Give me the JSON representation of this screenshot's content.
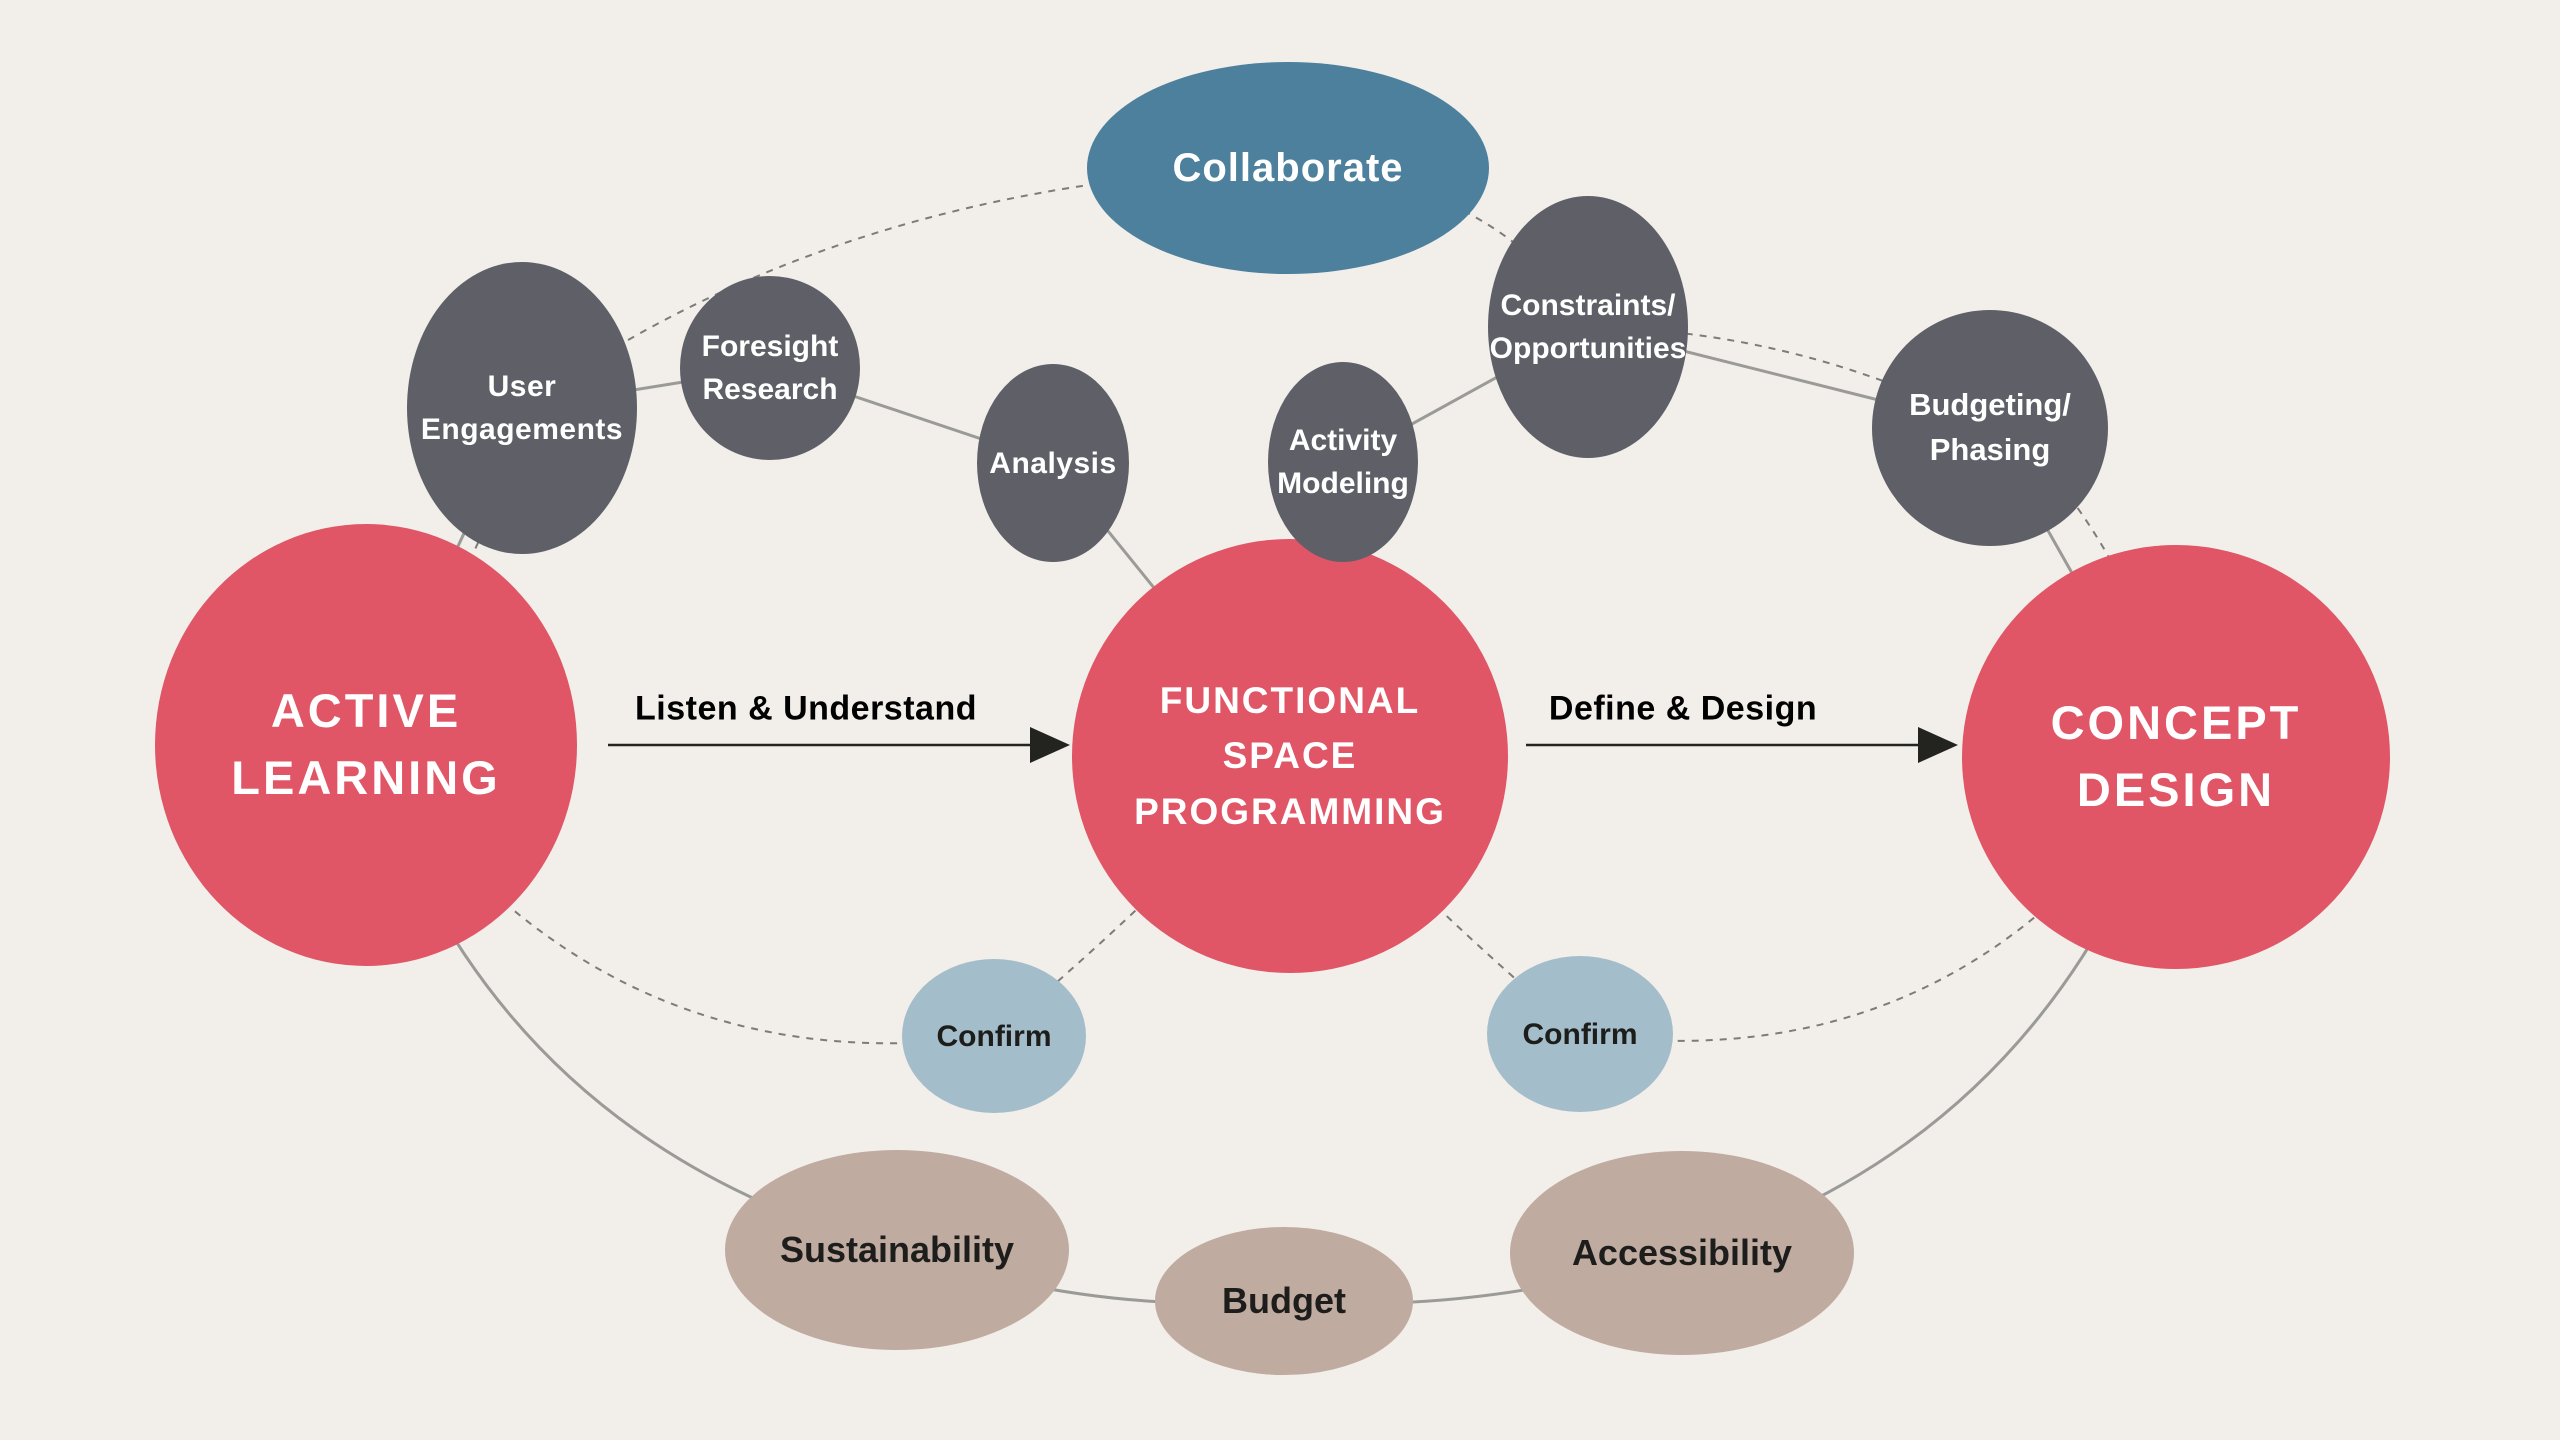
{
  "figure": {
    "description": "Active Learning to Concept Design process bubble diagram",
    "background": "#f2eeea"
  },
  "colors": {
    "red": "#e05666",
    "gray": "#5f6067",
    "teal": "#4c809d",
    "blue": "#a3bdca",
    "tan": "#c0aba1",
    "white_text": "#ffffff",
    "dark_text": "#1d1d1b",
    "solid_line": "#9a9a97",
    "dashed_line": "#7c7c79",
    "arrow": "#23231f"
  },
  "nodes": [
    {
      "id": "active-learning",
      "lines": [
        "ACTIVE",
        "LEARNING"
      ],
      "color": "red",
      "text": "white"
    },
    {
      "id": "functional-space-programming",
      "lines": [
        "FUNCTIONAL",
        "SPACE",
        "PROGRAMMING"
      ],
      "color": "red",
      "text": "white"
    },
    {
      "id": "concept-design",
      "lines": [
        "CONCEPT",
        "DESIGN"
      ],
      "color": "red",
      "text": "white"
    },
    {
      "id": "collaborate",
      "lines": [
        "Collaborate"
      ],
      "color": "teal",
      "text": "white"
    },
    {
      "id": "user-engagements",
      "lines": [
        "User",
        "Engagements"
      ],
      "color": "gray",
      "text": "white"
    },
    {
      "id": "foresight-research",
      "lines": [
        "Foresight",
        "Research"
      ],
      "color": "gray",
      "text": "white"
    },
    {
      "id": "analysis",
      "lines": [
        "Analysis"
      ],
      "color": "gray",
      "text": "white"
    },
    {
      "id": "activity-modeling",
      "lines": [
        "Activity",
        "Modeling"
      ],
      "color": "gray",
      "text": "white"
    },
    {
      "id": "constraints-opportunities",
      "lines": [
        "Constraints/",
        "Opportunities"
      ],
      "color": "gray",
      "text": "white"
    },
    {
      "id": "budgeting-phasing",
      "lines": [
        "Budgeting/",
        "Phasing"
      ],
      "color": "gray",
      "text": "white"
    },
    {
      "id": "confirm-left",
      "lines": [
        "Confirm"
      ],
      "color": "blue",
      "text": "dark"
    },
    {
      "id": "confirm-right",
      "lines": [
        "Confirm"
      ],
      "color": "blue",
      "text": "dark"
    },
    {
      "id": "sustainability",
      "lines": [
        "Sustainability"
      ],
      "color": "tan",
      "text": "dark"
    },
    {
      "id": "budget",
      "lines": [
        "Budget"
      ],
      "color": "tan",
      "text": "dark"
    },
    {
      "id": "accessibility",
      "lines": [
        "Accessibility"
      ],
      "color": "tan",
      "text": "dark"
    }
  ],
  "arrows": [
    {
      "id": "listen-understand",
      "label": "Listen & Understand"
    },
    {
      "id": "define-design",
      "label": "Define & Design"
    }
  ]
}
